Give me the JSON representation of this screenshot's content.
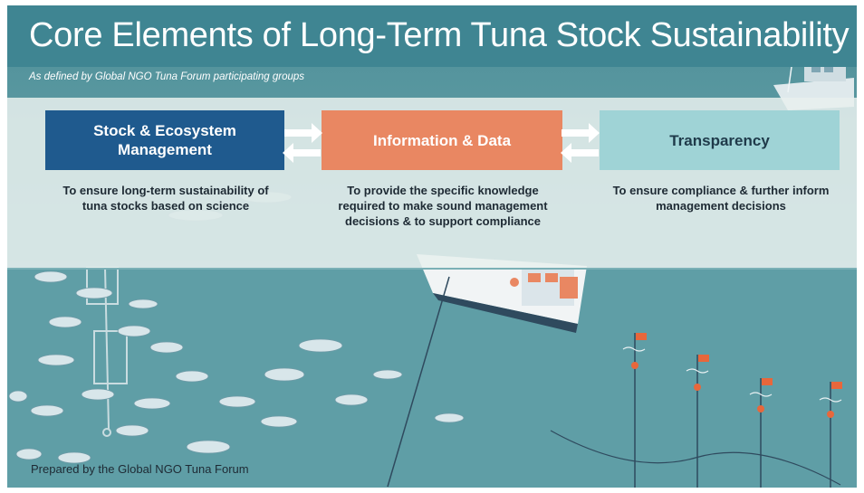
{
  "slide": {
    "title": "Core Elements of Long-Term Tuna Stock Sustainability",
    "subtitle": "As defined by Global NGO Tuna Forum participating groups",
    "footer": "Prepared by the Global NGO Tuna Forum"
  },
  "elements": [
    {
      "label": "Stock & Ecosystem Management",
      "description": "To ensure long-term sustainability of tuna stocks based on science",
      "color": "#1f5a8e"
    },
    {
      "label": "Information & Data",
      "description": "To provide the specific knowledge required to make sound management decisions & to support compliance",
      "color": "#e98762"
    },
    {
      "label": "Transparency",
      "description": "To ensure compliance & further inform management decisions",
      "color": "#9fd3d6"
    }
  ],
  "colors": {
    "title_band": "#3f8592",
    "ocean": "#5f9ea6",
    "panel": "#e8f0ee",
    "arrow": "#ffffff",
    "flag": "#e8673b"
  },
  "icons": [
    "fishing-vessel-icon",
    "tuna-school-icon",
    "longline-buoy-icon",
    "arrow-left-icon",
    "arrow-right-icon"
  ]
}
